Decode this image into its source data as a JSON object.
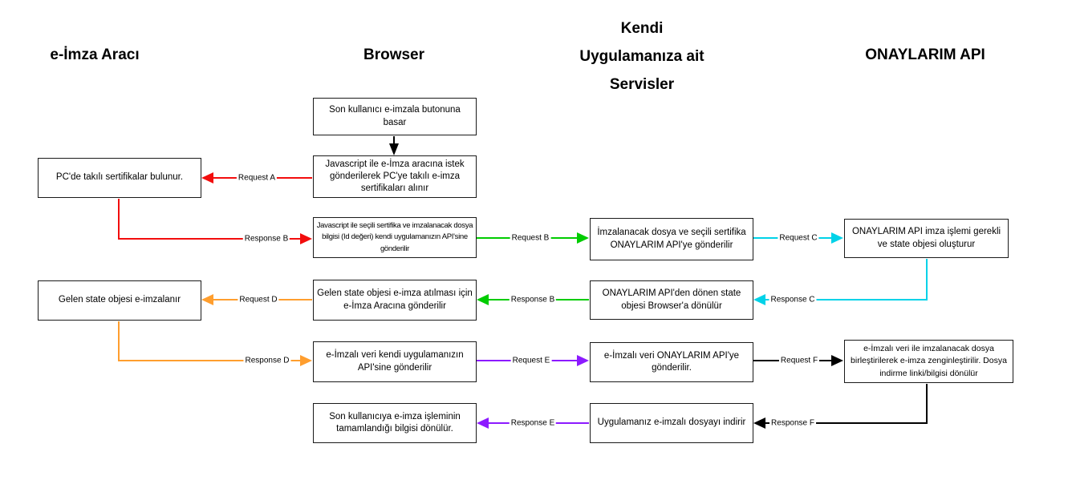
{
  "colors": {
    "red": "#f20d0d",
    "green": "#00cc00",
    "cyan": "#00d2e8",
    "orange": "#ff9e2e",
    "purple": "#8c1aff",
    "black": "#000000"
  },
  "lanes": [
    {
      "label": "e-İmza Aracı"
    },
    {
      "label": "Browser"
    },
    {
      "label": "Kendi Uygulamanıza ait Servisler"
    },
    {
      "label": "ONAYLARIM API"
    }
  ],
  "nodes": [
    {
      "id": "eimza-certs-found",
      "text": "PC'de takılı sertifikalar bulunur."
    },
    {
      "id": "eimza-sign-state",
      "text": "Gelen state objesi e-imzalanır"
    },
    {
      "id": "browser-click-sign",
      "text": "Son kullanıcı e-imzala butonuna basar"
    },
    {
      "id": "browser-get-certs",
      "text": "Javascript ile e-İmza aracına istek gönderilerek PC'ye takılı e-imza sertifikaları alınır"
    },
    {
      "id": "browser-send-selection",
      "text": "Javascript ile seçili sertifika ve imzalanacak dosya bilgisi (Id değeri) kendi uygulamanızın API'sine gönderilir"
    },
    {
      "id": "browser-forward-state",
      "text": "Gelen state objesi e-imza atılması için e-İmza Aracına gönderilir"
    },
    {
      "id": "browser-send-signed",
      "text": "e-İmzalı veri kendi uygulamanızın API'sine gönderilir"
    },
    {
      "id": "browser-done-info",
      "text": "Son kullanıcıya e-imza işleminin tamamlandığı bilgisi dönülür."
    },
    {
      "id": "services-send-to-api",
      "text": "İmzalanacak dosya ve seçili sertifika ONAYLARIM API'ye gönderilir"
    },
    {
      "id": "services-return-state",
      "text": "ONAYLARIM API'den dönen state objesi Browser'a dönülür"
    },
    {
      "id": "services-send-signed",
      "text": "e-İmzalı veri ONAYLARIM API'ye gönderilir."
    },
    {
      "id": "services-download",
      "text": "Uygulamanız e-imzalı dosyayı indirir"
    },
    {
      "id": "api-create-state",
      "text": "ONAYLARIM API imza işlemi gerekli ve state objesi oluşturur"
    },
    {
      "id": "api-enrich-signature",
      "text": "e-İmzalı veri ile imzalanacak dosya birleştirilerek e-imza zenginleştirilir. Dosya indirme linki/bilgisi dönülür"
    }
  ],
  "edges": [
    {
      "label": "Request A",
      "color": "red"
    },
    {
      "label": "Response B",
      "color": "red"
    },
    {
      "label": "Request B",
      "color": "green"
    },
    {
      "label": "Request C",
      "color": "cyan"
    },
    {
      "label": "Response C",
      "color": "cyan"
    },
    {
      "label": "Response B",
      "color": "green"
    },
    {
      "label": "Request D",
      "color": "orange"
    },
    {
      "label": "Response D",
      "color": "orange"
    },
    {
      "label": "Request E",
      "color": "purple"
    },
    {
      "label": "Request F",
      "color": "black"
    },
    {
      "label": "Response F",
      "color": "black"
    },
    {
      "label": "Response E",
      "color": "purple"
    }
  ]
}
